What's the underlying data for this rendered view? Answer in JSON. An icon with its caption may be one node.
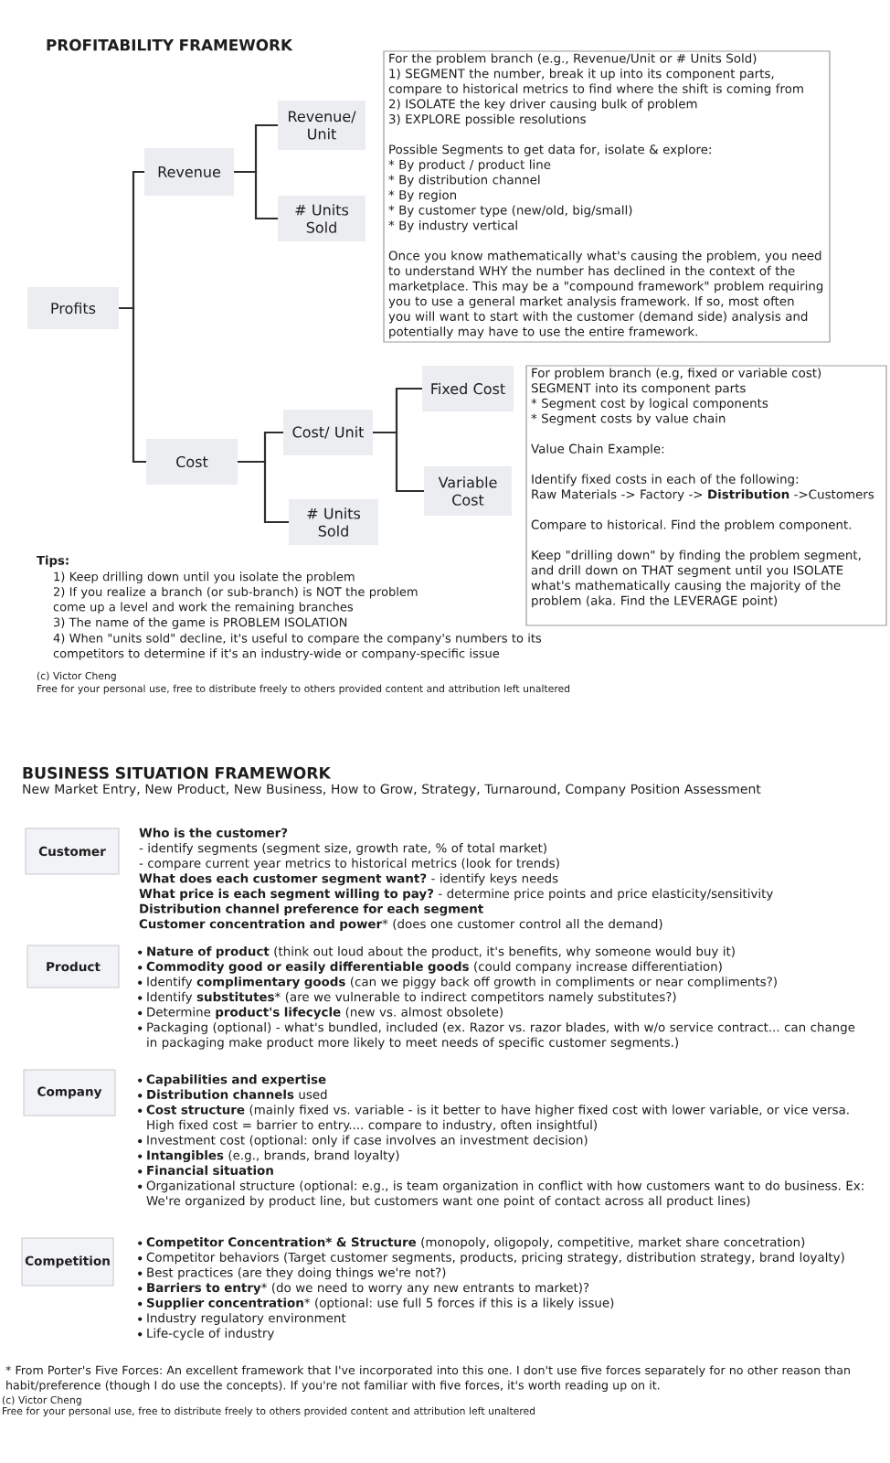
{
  "diagram": {
    "title": "PROFITABILITY FRAMEWORK",
    "nodes": [
      {
        "text": [
          "Profits"
        ]
      },
      {
        "text": [
          "Revenue"
        ]
      },
      {
        "text": [
          "Revenue/ Unit"
        ]
      },
      {
        "text": [
          "# Units Sold"
        ]
      },
      {
        "text": [
          "Cost"
        ]
      },
      {
        "text": [
          "Cost/ Unit"
        ]
      },
      {
        "text": [
          "# Units Sold"
        ]
      },
      {
        "text": [
          "Fixed Cost"
        ]
      },
      {
        "text": [
          "Variable Cost"
        ]
      },
      {
        "text": [
          "For the problem branch (e.g., Revenue/Unit or # Units Sold)",
          "1) SEGMENT the number, break it up into its component parts, compare to historical metrics to find where the shift is coming from",
          "2) ISOLATE the key driver causing bulk of problem",
          "3) EXPLORE possible resolutions",
          "Possible Segments to get data for, isolate & explore:",
          "* By product / product line",
          "* By distribution channel",
          "* By region",
          "* By customer type (new/old, big/small)",
          "* By industry vertical",
          "Once you know mathematically what's causing the problem, you need to understand WHY the number has declined in the context of the marketplace. This may be a \"compound framework\" problem requiring you to use a general market analysis framework. If so, most often you will want to start with the customer (demand side) analysis and potentially may have to use the entire framework."
        ]
      },
      {
        "text": [
          "For problem branch (e.g, fixed or variable cost)",
          "SEGMENT into its component parts",
          "* Segment cost by logical components",
          "* Segment costs by value chain",
          "Value Chain Example:",
          "Identify fixed costs in each of the following:",
          "Raw Materials -> Factory -> **Distribution** ->Customers",
          "Compare to historical. Find the problem component.",
          "Keep \"drilling down\" by finding the problem segment, and drill down on THAT segment until you ISOLATE what's mathematically causing the majority of the problem (aka. Find the LEVERAGE point)"
        ]
      },
      {
        "text": [
          "Customer"
        ],
        "beside": [
          "Who is the customer?",
          "- identify segments (segment size, growth rate, % of total market)",
          "- compare current year metrics to historical metrics (look for trends)",
          "**What does each customer segment want?** - identify keys needs",
          "**What price is each segment willing to pay?** - determine price points and price elasticity/sensitivity",
          "Distribution channel preference for each segment",
          "**Customer concentration and power*** (does one customer control all the demand)"
        ]
      },
      {
        "text": [
          "Product"
        ],
        "beside": [
          "**Nature of product** (think out loud about the product, it's benefits, why someone would buy it)",
          "**Commodity good or easily differentiable goods** (could company increase differentiation)",
          "Identify **complimentary goods** (can we piggy back off growth in compliments or near compliments?)",
          "Identify **substitutes*** (are we vulnerable to indirect competitors namely substitutes?)",
          "Determine **product's lifecycle** (new vs. almost obsolete)",
          "Packaging (optional) - what's bundled, included (ex. Razor vs. razor blades, with w/o service contract... can change in packaging make product more likely to meet needs of specific customer segments.)"
        ]
      },
      {
        "text": [
          "Company"
        ],
        "beside": [
          "Capabilities and expertise",
          "**Distribution channels** used",
          "**Cost structure** (mainly fixed vs. variable - is it better to have higher fixed cost with lower variable, or vice versa. High fixed cost = barrier to entry.... compare to industry, often insightful)",
          "Investment cost (optional: only if case involves an investment decision)",
          "**Intangibles** (e.g., brands, brand loyalty)",
          "Financial situation",
          "Organizational structure (optional: e.g., is team organization in conflict with how customers want to do business. Ex: We're organized by product line, but customers want one point of contact across all product lines)"
        ]
      },
      {
        "text": [
          "Competition"
        ],
        "beside": [
          "**Competitor Concentration* & Structure** (monopoly, oligopoly, competitive, market share concetration)",
          "Competitor behaviors (Target customer segments, products, pricing strategy, distribution strategy, brand loyalty)",
          "Best practices (are they doing things we're not?)",
          "**Barriers to entry*** (do we need to worry any new entrants to market)?",
          "**Supplier concentration*** (optional: use full 5 forces if this is a likely issue)",
          "Industry regulatory environment",
          "Life-cycle of industry"
        ]
      }
    ],
    "edges": [
      {
        "from": 0,
        "to": 1,
        "arrow": "none"
      },
      {
        "from": 0,
        "to": 4,
        "arrow": "none"
      },
      {
        "from": 1,
        "to": 2,
        "arrow": "none"
      },
      {
        "from": 1,
        "to": 3,
        "arrow": "none"
      },
      {
        "from": 4,
        "to": 5,
        "arrow": "none"
      },
      {
        "from": 4,
        "to": 6,
        "arrow": "none"
      },
      {
        "from": 5,
        "to": 7,
        "arrow": "none"
      },
      {
        "from": 5,
        "to": 8,
        "arrow": "none"
      }
    ],
    "labels": [
      "Tips:",
      "1) Keep drilling down until you isolate the problem",
      "2) If you realize a branch (or sub-branch) is NOT the problem come up a level and work the remaining branches",
      "3) The name of the game is PROBLEM ISOLATION",
      "4) When \"units sold\" decline, it's useful to compare the company's numbers to its competitors to determine if it's an industry-wide or company-specific issue",
      "(c) Victor Cheng",
      "Free for your personal use, free to distribute freely to others provided content and attribution left unaltered",
      "BUSINESS SITUATION FRAMEWORK",
      "New Market Entry, New Product, New Business, How to Grow, Strategy, Turnaround, Company Position Assessment",
      "* From Porter's Five Forces: An excellent framework that I've incorporated into this one. I don't use five forces separately for no other reason than habit/preference (though I do use the concepts). If you're not familiar with five forces, it's worth reading up on it.",
      "(c) Victor Cheng",
      "Free for your personal use, free to distribute freely to others provided content and attribution left unaltered"
    ]
  }
}
